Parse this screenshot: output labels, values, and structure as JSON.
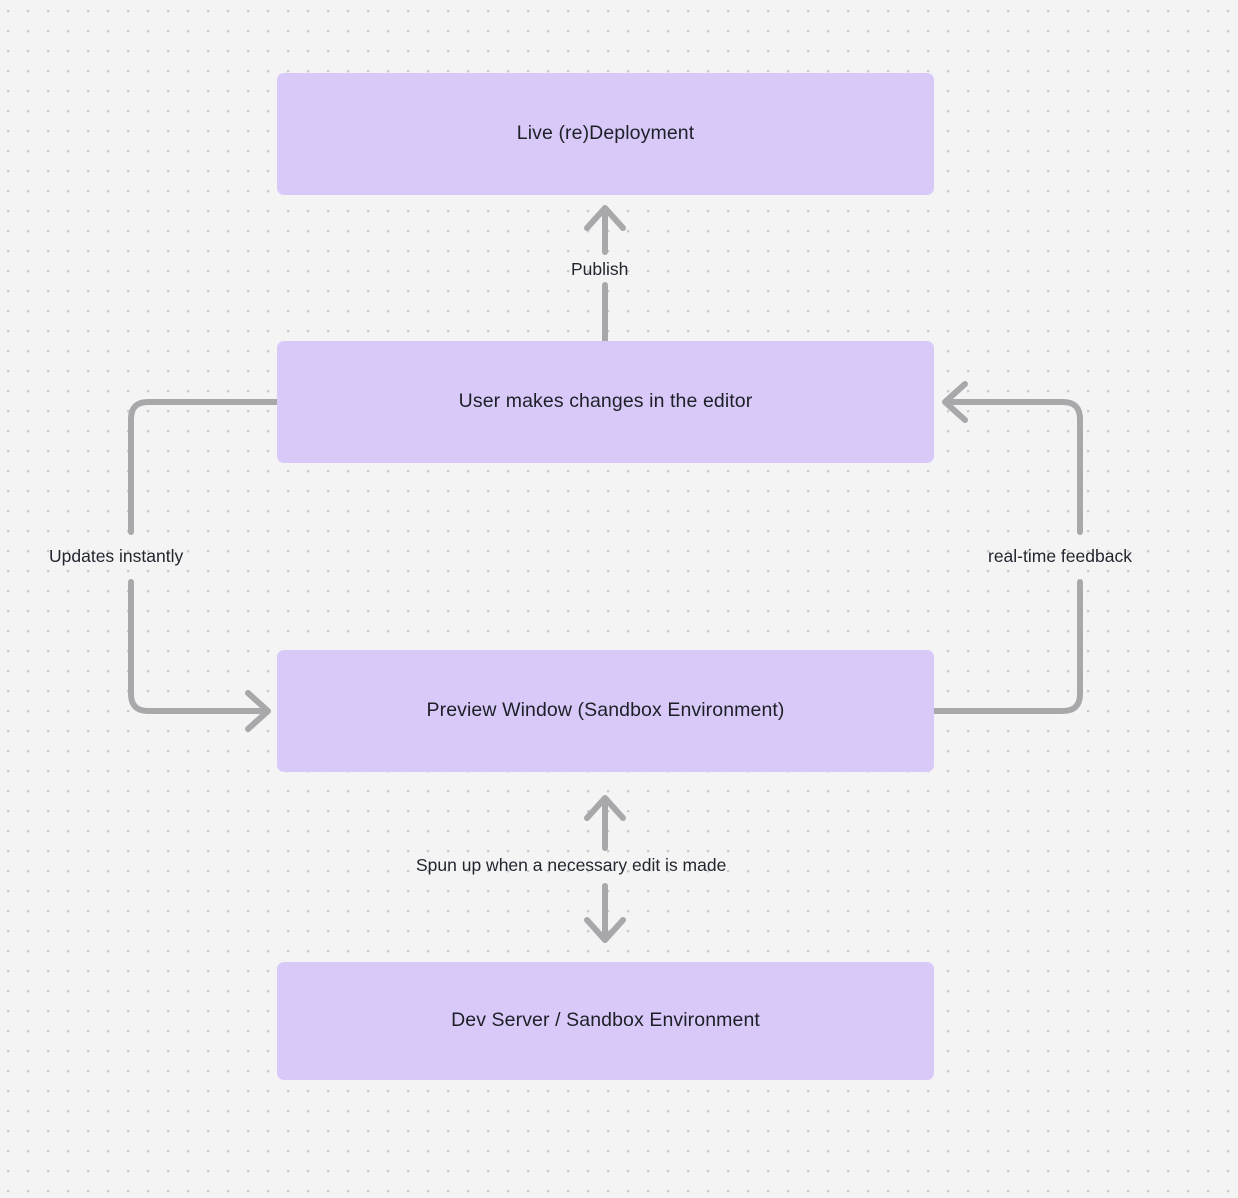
{
  "diagram": {
    "title": "Live preview / sandbox deployment loop",
    "background_color": "#f4f4f5",
    "dot_grid_color": "#c9c9cf",
    "node_fill": "#d9c9f9",
    "node_text_color": "#1d2027",
    "edge_color": "#a8a8ab",
    "nodes": [
      {
        "id": "live-deployment",
        "label": "Live (re)Deployment"
      },
      {
        "id": "user-edits",
        "label": "User makes changes in the editor"
      },
      {
        "id": "preview-window",
        "label": "Preview Window (Sandbox Environment)"
      },
      {
        "id": "dev-server",
        "label": "Dev Server / Sandbox Environment"
      }
    ],
    "edges": [
      {
        "id": "publish",
        "label": "Publish",
        "from": "user-edits",
        "to": "live-deployment",
        "direction": "up"
      },
      {
        "id": "updates-instantly",
        "label": "Updates instantly",
        "from": "user-edits",
        "to": "preview-window",
        "direction": "down-left-loop"
      },
      {
        "id": "real-time-feedback",
        "label": "real-time feedback",
        "from": "preview-window",
        "to": "user-edits",
        "direction": "up-right-loop"
      },
      {
        "id": "spun-up",
        "label": "Spun up when a necessary edit is made",
        "from": "preview-window",
        "to": "dev-server",
        "direction": "bidirectional"
      }
    ]
  }
}
